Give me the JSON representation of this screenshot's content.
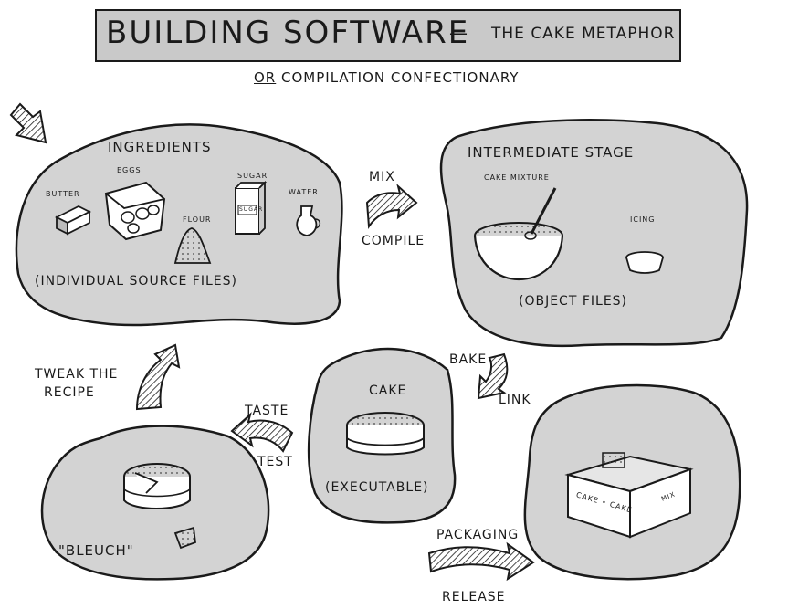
{
  "title": {
    "main": "BUILDING SOFTWARE",
    "dash": "—",
    "sub": "THE CAKE METAPHOR"
  },
  "subtitle": {
    "or": "OR",
    "rest": "COMPILATION CONFECTIONARY"
  },
  "ingredients": {
    "heading": "INGREDIENTS",
    "items": [
      "BUTTER",
      "EGGS",
      "FLOUR",
      "SUGAR",
      "WATER"
    ],
    "sugar_pack_text": "SUGAR",
    "caption": "(INDIVIDUAL SOURCE FILES)"
  },
  "intermediate": {
    "heading": "INTERMEDIATE STAGE",
    "items": [
      "CAKE MIXTURE",
      "ICING"
    ],
    "caption": "(OBJECT FILES)"
  },
  "steps": {
    "mix": "MIX",
    "compile": "COMPILE",
    "bake": "BAKE",
    "link": "LINK",
    "taste": "TASTE",
    "test": "TEST",
    "tweak1": "TWEAK THE",
    "tweak2": "RECIPE",
    "packaging": "PACKAGING",
    "release": "RELEASE"
  },
  "cake": {
    "heading": "CAKE",
    "caption": "(EXECUTABLE)"
  },
  "bleuch": "\"BLEUCH\"",
  "box": {
    "front": "CAKE • CAKE",
    "side": "MIX"
  }
}
